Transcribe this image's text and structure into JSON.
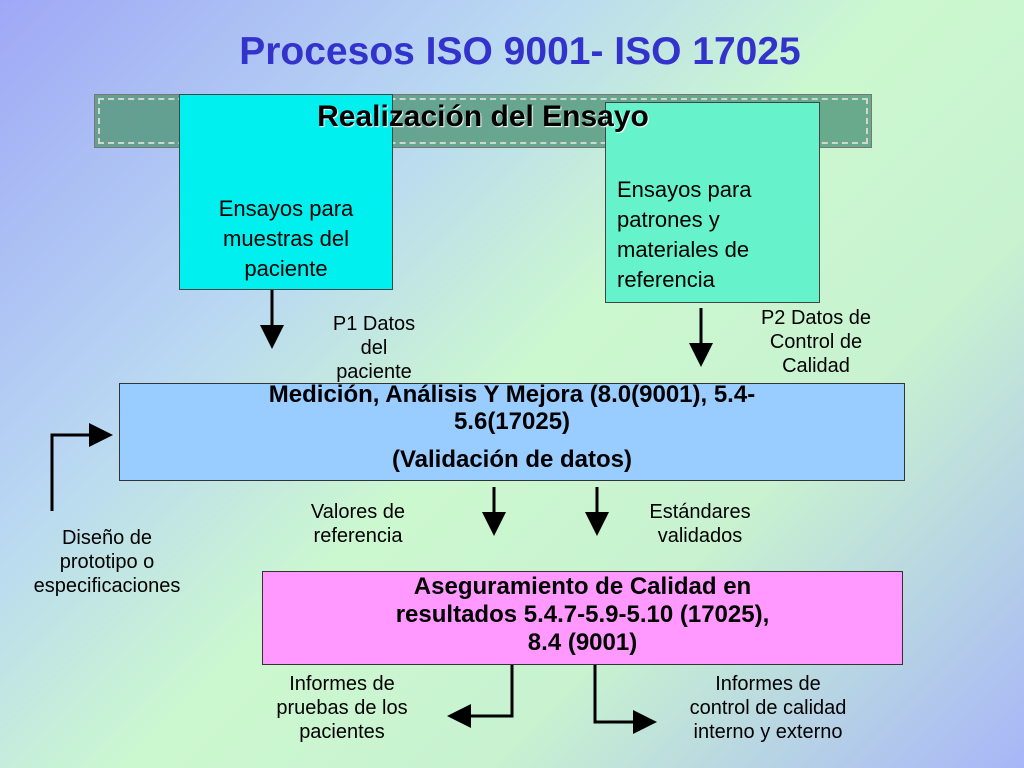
{
  "slide": {
    "title": "Procesos ISO 9001- ISO 17025",
    "banner": "Realización del Ensayo",
    "box_patient_samples": {
      "lines": [
        "Ensayos para",
        "muestras del",
        "paciente"
      ]
    },
    "box_reference_materials": {
      "lines": [
        "Ensayos para",
        "patrones y",
        "materiales de",
        "referencia"
      ]
    },
    "label_p1": [
      "P1 Datos",
      "del",
      "paciente"
    ],
    "label_p2": [
      "P2 Datos de",
      "Control de",
      "Calidad"
    ],
    "box_measurement": {
      "lines": [
        "Medición,  Análisis Y Mejora (8.0(9001), 5.4-",
        "5.6(17025)"
      ],
      "subtitle": "(Validación de datos)"
    },
    "label_reference_values": [
      "Valores de",
      "referencia"
    ],
    "label_validated_standards": [
      "Estándares",
      "validados"
    ],
    "label_prototype_design": [
      "Diseño de",
      "prototipo o",
      "especificaciones"
    ],
    "box_quality_assurance": {
      "lines": [
        "Aseguramiento de Calidad en",
        "resultados 5.4.7-5.9-5.10 (17025),",
        "8.4 (9001)"
      ]
    },
    "label_patient_reports": [
      "Informes de",
      "pruebas de los",
      "pacientes"
    ],
    "label_qc_reports": [
      "Informes de",
      "control de calidad",
      "interno y externo"
    ]
  },
  "colors": {
    "title": "#3333cc",
    "banner": "#54987c",
    "box_patient_samples": "#00f0f0",
    "box_reference_materials": "#66f3cb",
    "box_measurement": "#99ccff",
    "box_quality_assurance": "#ff99ff"
  }
}
